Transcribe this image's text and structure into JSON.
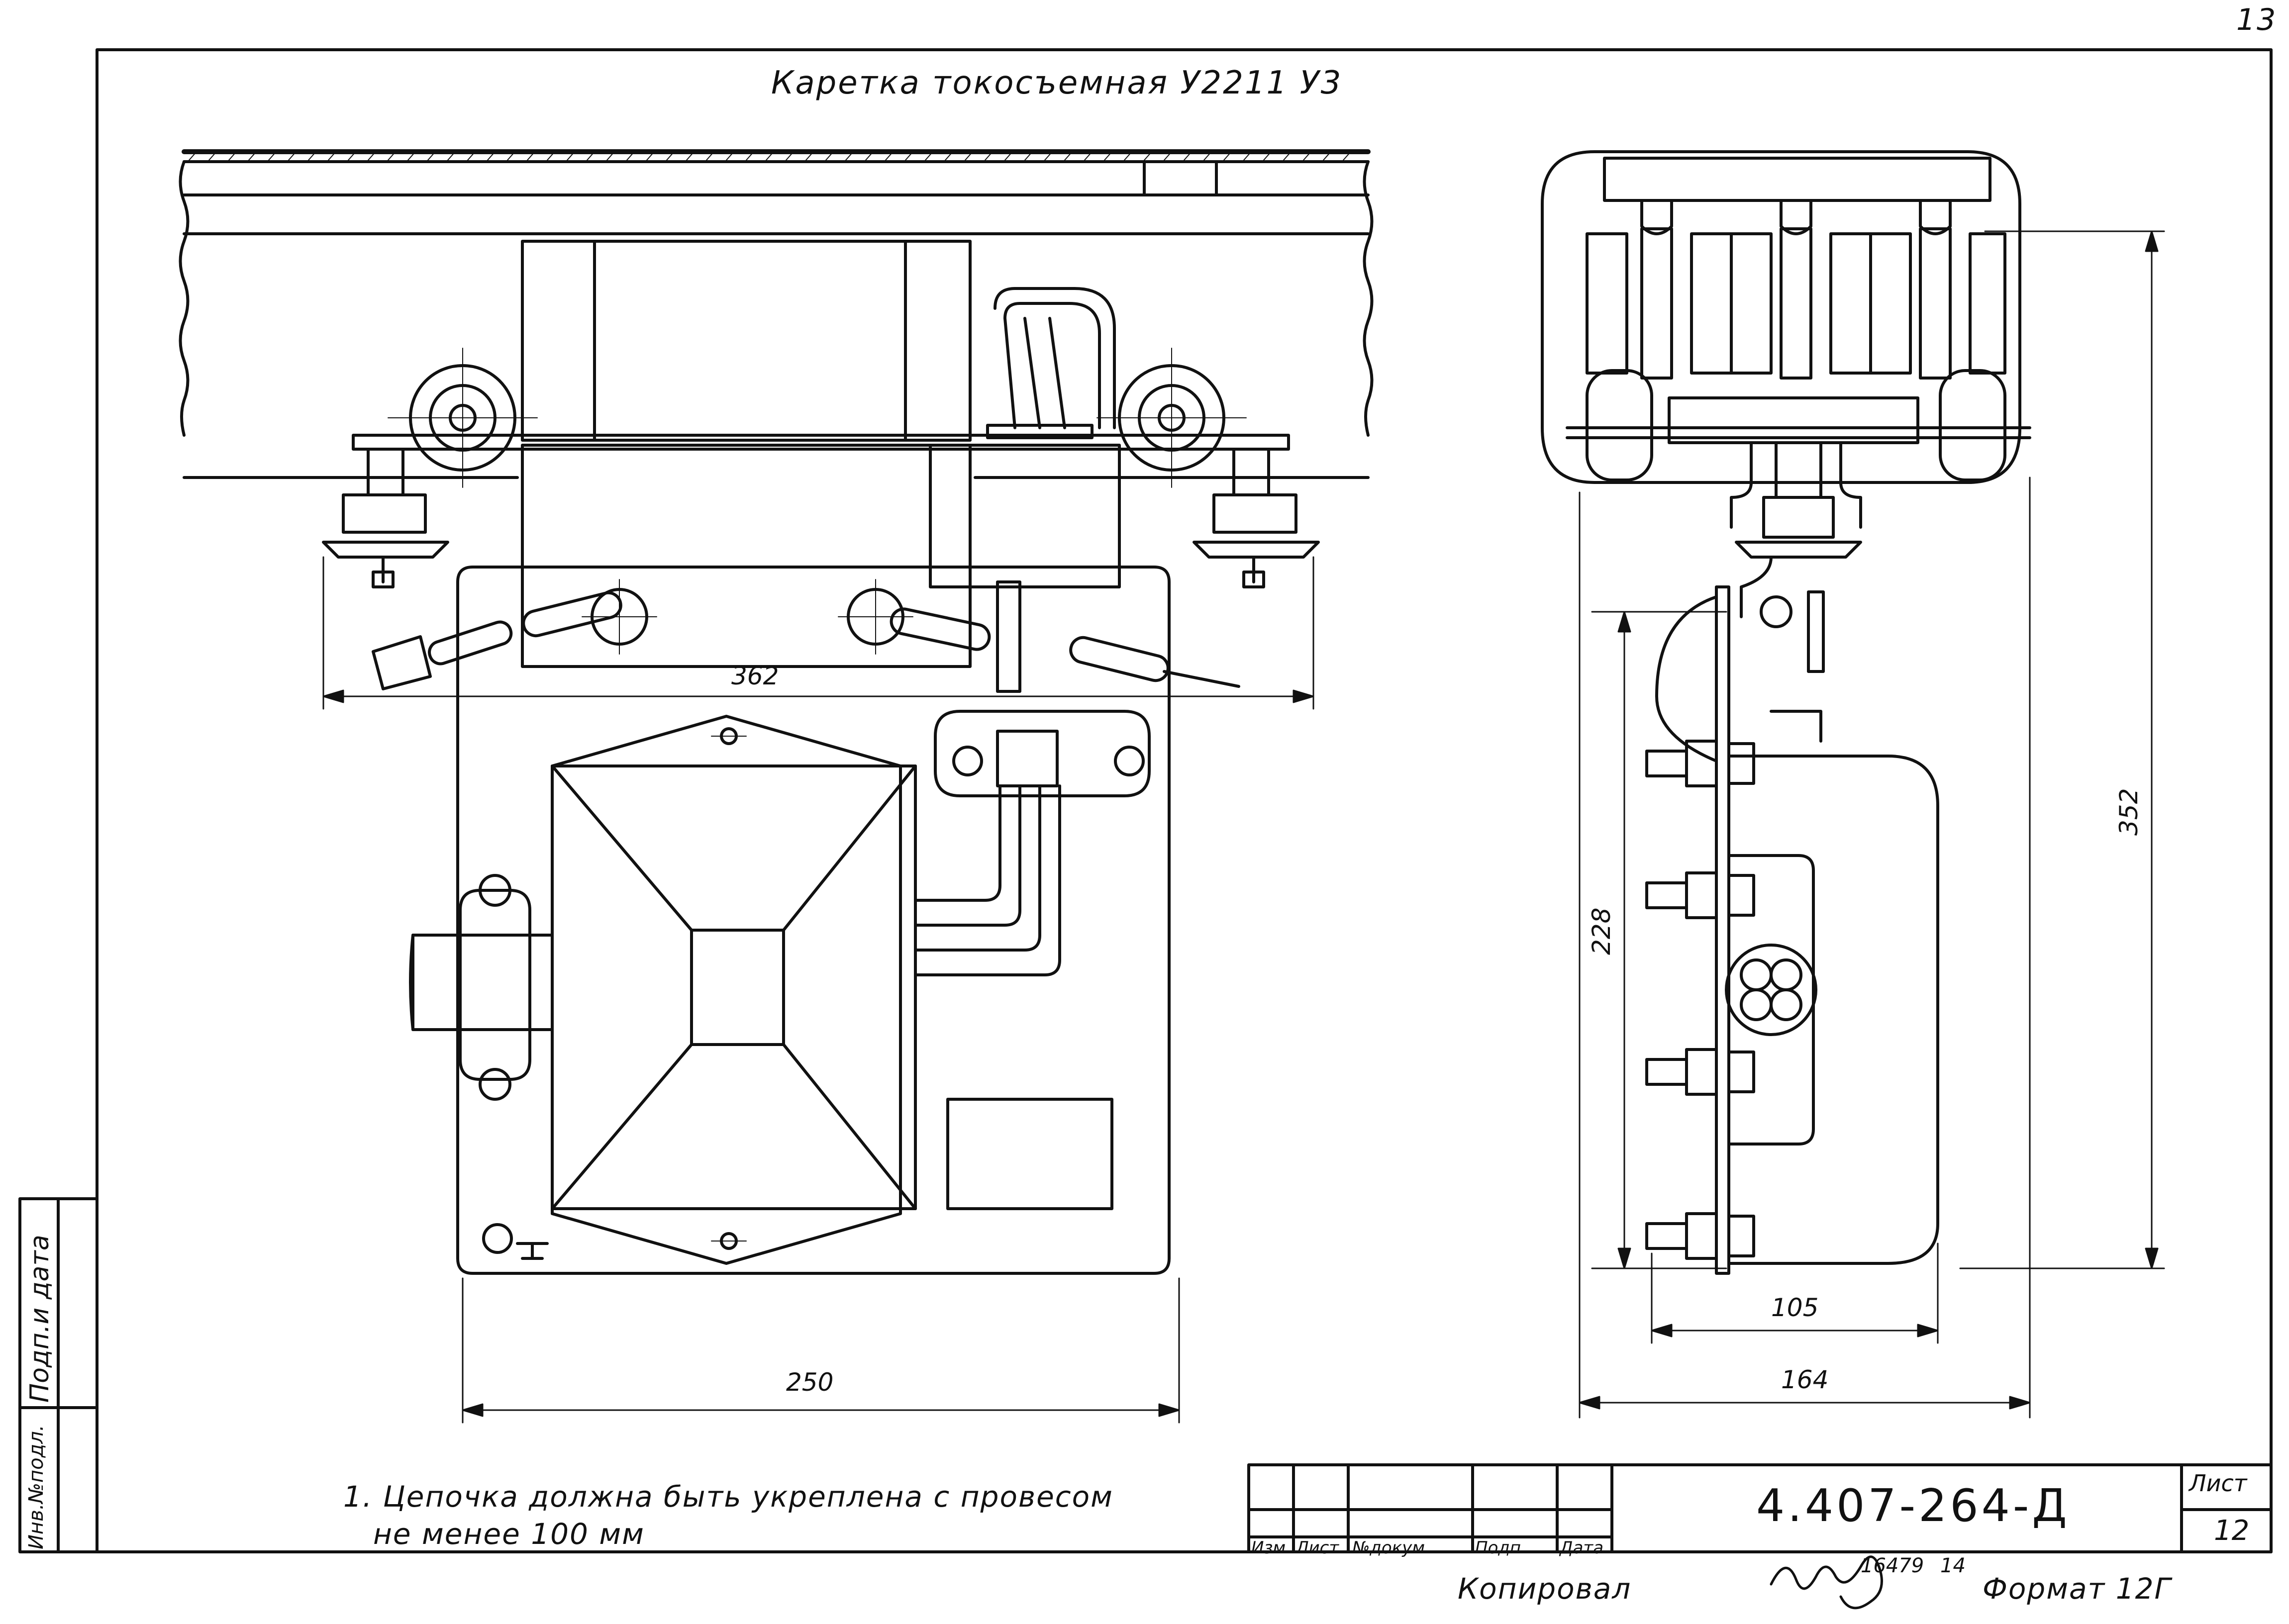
{
  "page_number": "13",
  "title": "Каретка токосъемная   У2211 У3",
  "dimensions": {
    "front_width_total": "362",
    "front_width_base": "250",
    "side_height_total": "352",
    "side_height_body": "228",
    "side_depth_body": "105",
    "side_width_total": "164"
  },
  "note": {
    "line1": "1. Цепочка должна быть укреплена с провесом",
    "line2": "не менее  100 мм"
  },
  "title_block": {
    "document_code": "4.407-264-Д",
    "sheet_label": "Лист",
    "sheet_number": "12",
    "columns": [
      "Изм",
      "Лист",
      "№докум.",
      "Подп.",
      "Дата"
    ]
  },
  "side_stamp": {
    "inv_label": "Инв.№подл.",
    "sign_label": "Подп.и дата"
  },
  "footer": {
    "copied_label": "Копировал",
    "order_number": "16479",
    "order_suffix": "14",
    "format_label": "Формат 12Г"
  }
}
